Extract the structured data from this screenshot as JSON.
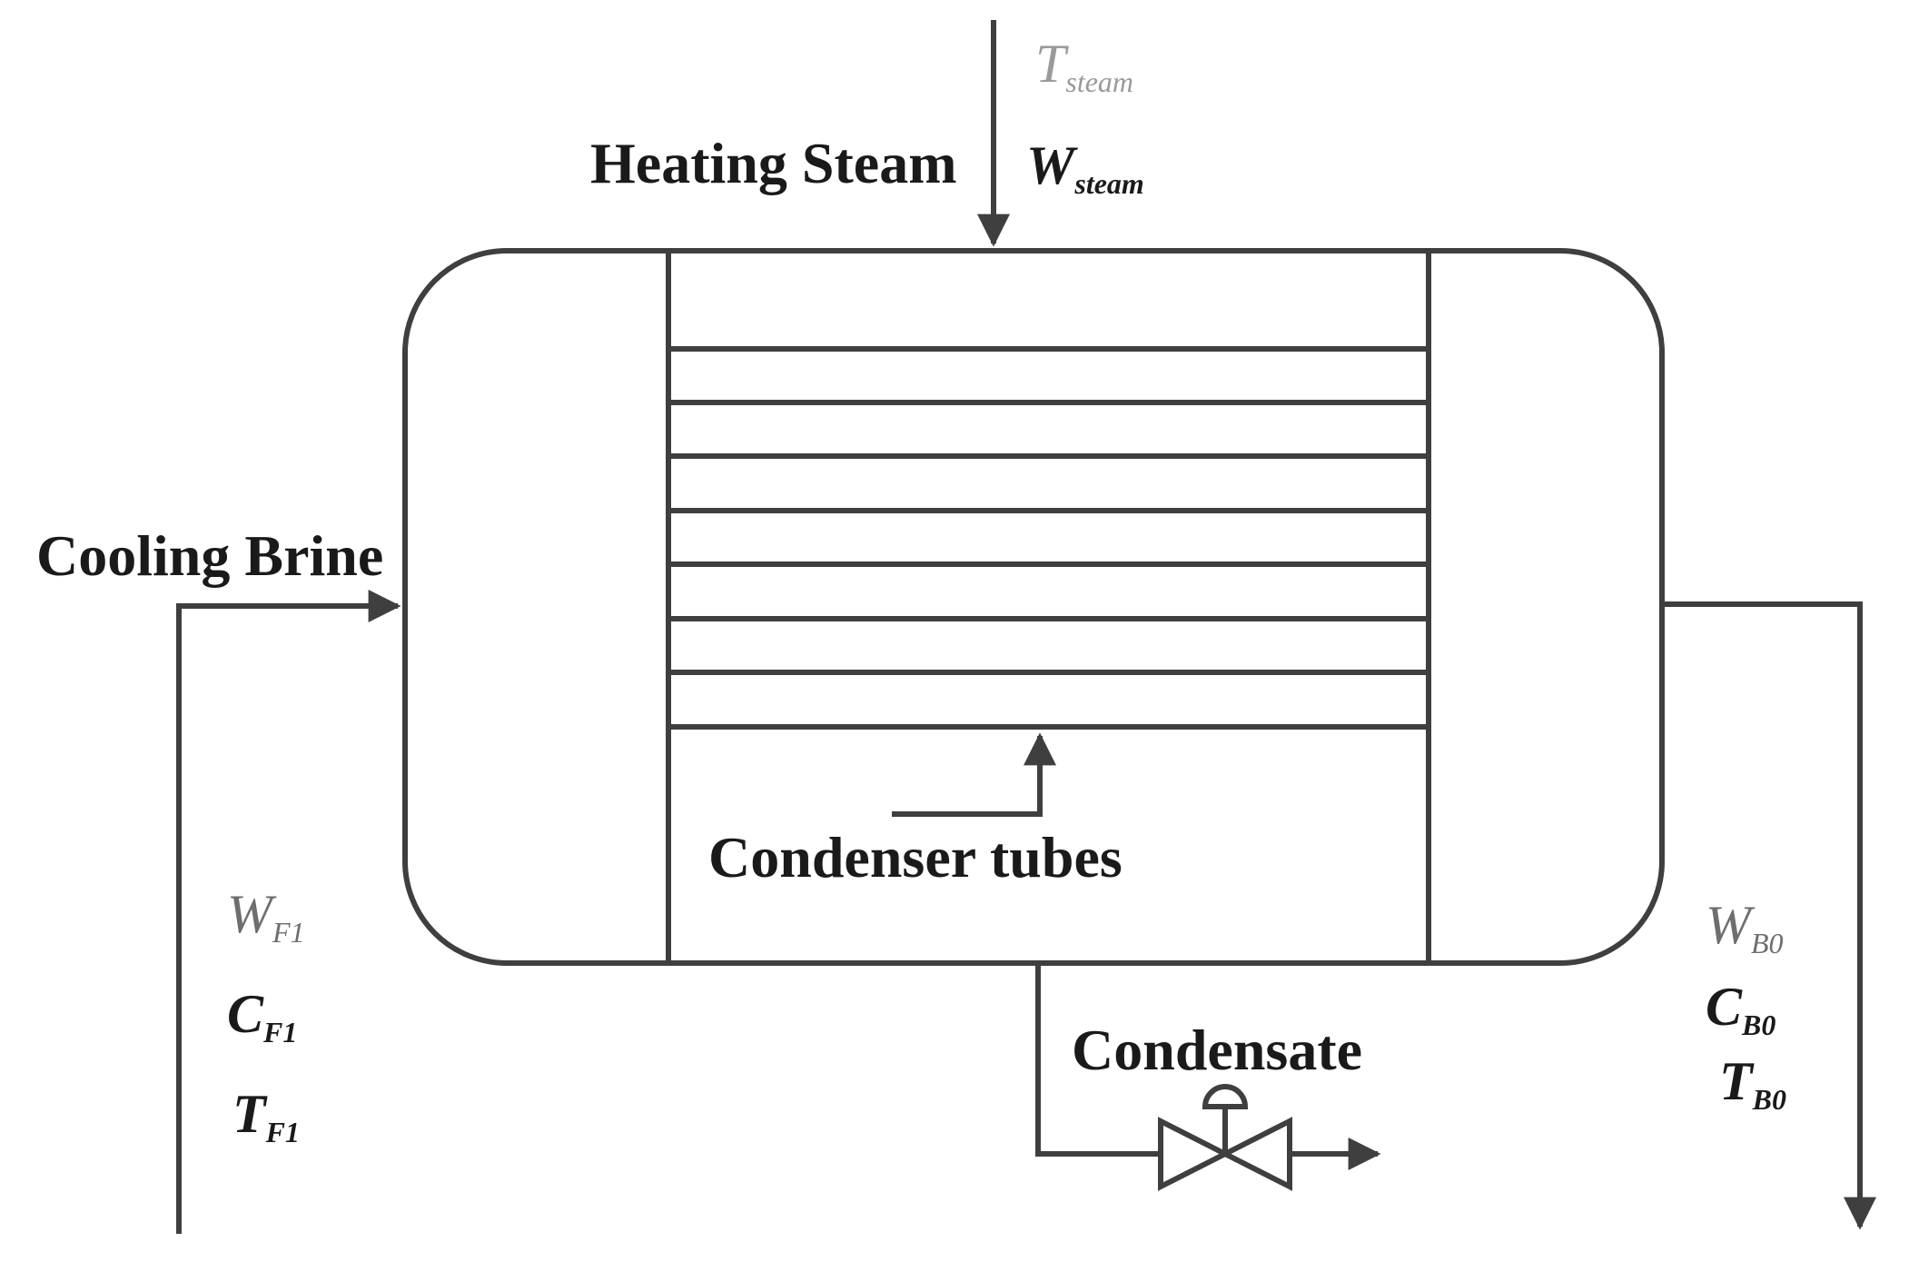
{
  "colors": {
    "stroke": "#3f3f3f",
    "text": "#1a1a1a",
    "background": "#ffffff"
  },
  "labels": {
    "heating_steam": "Heating Steam",
    "cooling_brine": "Cooling Brine",
    "condenser_tubes": "Condenser tubes",
    "condensate": "Condensate"
  },
  "variables": {
    "t_steam": {
      "base": "T",
      "sub": "steam"
    },
    "w_steam": {
      "base": "W",
      "sub": "steam"
    },
    "w_f1": {
      "base": "W",
      "sub": "F1"
    },
    "c_f1": {
      "base": "C",
      "sub": "F1"
    },
    "t_f1": {
      "base": "T",
      "sub": "F1"
    },
    "w_b0": {
      "base": "W",
      "sub": "B0"
    },
    "c_b0": {
      "base": "C",
      "sub": "B0"
    },
    "t_b0": {
      "base": "T",
      "sub": "B0"
    }
  },
  "icons": {
    "vessel": "heat-exchanger-vessel",
    "valve": "control-valve-icon",
    "arrows": "flow-arrow-icon"
  }
}
